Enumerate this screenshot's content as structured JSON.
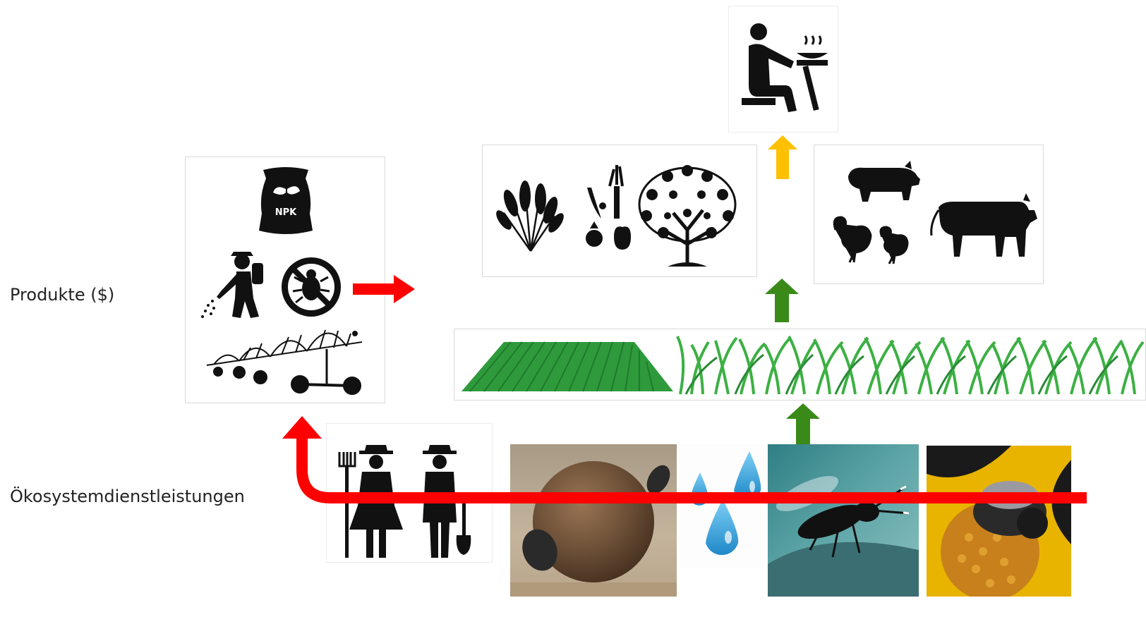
{
  "labels": {
    "products": "Produkte ($)",
    "ecosystem_services": "Ökosystemdienstleistungen"
  },
  "inputs_panel": {
    "bag_text": "NPK"
  },
  "colors": {
    "red_arrow": "#ff0000",
    "green_arrow": "#3a8a1a",
    "yellow_arrow": "#ffc000",
    "field_green": "#2e9a3c",
    "grass_green": "#3cb043"
  },
  "icons": [
    "fertilizer-bag-icon",
    "pesticide-sprayer-icon",
    "no-pests-icon",
    "irrigation-pivot-icon",
    "person-eating-icon",
    "wheat-icon",
    "vegetables-icon",
    "fruit-tree-icon",
    "pig-icon",
    "chickens-icon",
    "cow-icon",
    "farmers-icon",
    "dung-beetle-photo",
    "water-drops-icon",
    "parasitoid-wasp-photo",
    "bee-on-flower-photo"
  ]
}
